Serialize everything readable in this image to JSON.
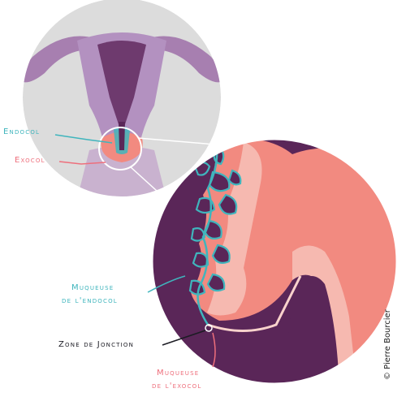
{
  "labels": {
    "endocol": "Endocol",
    "exocol": "Exocol",
    "muqueuse_endocol_1": "Muqueuse",
    "muqueuse_endocol_2": "de l'endocol",
    "zone_jonction": "Zone de Jonction",
    "muqueuse_exocol_1": "Muqueuse",
    "muqueuse_exocol_2": "de l'exocol"
  },
  "credit": "© Pierre Bourcier",
  "colors": {
    "teal": "#3fb5bd",
    "pink": "#ee6f7c",
    "purple_dark": "#5a2658",
    "purple_light": "#b391c0",
    "salmon": "#f28a80",
    "grey_bg": "#dcdcdc"
  }
}
